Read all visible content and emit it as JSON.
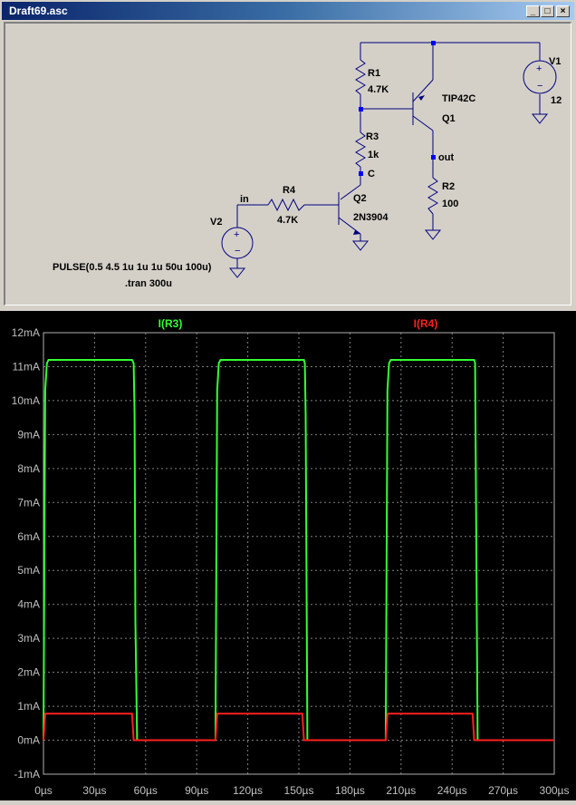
{
  "window": {
    "title": "Draft69.asc",
    "buttons": {
      "minimize": "_",
      "maximize": "□",
      "close": "×"
    }
  },
  "schematic": {
    "components": {
      "R1": {
        "name": "R1",
        "value": "4.7K"
      },
      "R2": {
        "name": "R2",
        "value": "100"
      },
      "R3": {
        "name": "R3",
        "value": "1k"
      },
      "R4": {
        "name": "R4",
        "value": "4.7K"
      },
      "Q1": {
        "name": "Q1",
        "model": "TIP42C"
      },
      "Q2": {
        "name": "Q2",
        "model": "2N3904"
      },
      "V1": {
        "name": "V1",
        "value": "12"
      },
      "V2": {
        "name": "V2"
      }
    },
    "nets": {
      "in": "in",
      "out": "out",
      "c": "C"
    },
    "directives": {
      "pulse": "PULSE(0.5 4.5 1u 1u 1u 50u 100u)",
      "tran": ".tran 300u"
    }
  },
  "colors": {
    "ir3": "#33ff33",
    "ir4": "#ff2020",
    "wire": "#000080",
    "text": "#000000"
  },
  "chart_data": {
    "type": "line",
    "xlabel": "",
    "ylabel": "",
    "xlim": [
      0,
      300
    ],
    "ylim": [
      -1,
      12
    ],
    "x_ticks": [
      0,
      30,
      60,
      90,
      120,
      150,
      180,
      210,
      240,
      270,
      300
    ],
    "x_tick_labels": [
      "0µs",
      "30µs",
      "60µs",
      "90µs",
      "120µs",
      "150µs",
      "180µs",
      "210µs",
      "240µs",
      "270µs",
      "300µs"
    ],
    "y_ticks": [
      -1,
      0,
      1,
      2,
      3,
      4,
      5,
      6,
      7,
      8,
      9,
      10,
      11,
      12
    ],
    "y_tick_labels": [
      "-1mA",
      "0mA",
      "1mA",
      "2mA",
      "3mA",
      "4mA",
      "5mA",
      "6mA",
      "7mA",
      "8mA",
      "9mA",
      "10mA",
      "11mA",
      "12mA"
    ],
    "grid": true,
    "legend": "top",
    "series": [
      {
        "name": "I(R3)",
        "color": "#33ff33",
        "x": [
          0,
          1,
          2,
          3,
          52,
          53,
          53.5,
          54,
          55,
          101,
          102,
          103,
          104,
          153,
          153.5,
          154,
          155,
          201,
          202,
          203,
          204,
          253,
          253.5,
          254,
          255,
          300
        ],
        "y": [
          0,
          10.3,
          11.1,
          11.2,
          11.2,
          11.1,
          9.6,
          3.5,
          0,
          0,
          10.3,
          11.1,
          11.2,
          11.2,
          11.1,
          9.6,
          0,
          0,
          10.3,
          11.1,
          11.2,
          11.2,
          11.1,
          7.5,
          0,
          0
        ]
      },
      {
        "name": "I(R4)",
        "color": "#ff2020",
        "x": [
          0,
          1,
          52,
          53,
          101,
          102,
          152,
          153,
          201,
          202,
          252,
          253,
          300
        ],
        "y": [
          0,
          0.78,
          0.78,
          0,
          0,
          0.78,
          0.78,
          0,
          0,
          0.78,
          0.78,
          0,
          0
        ]
      }
    ]
  }
}
